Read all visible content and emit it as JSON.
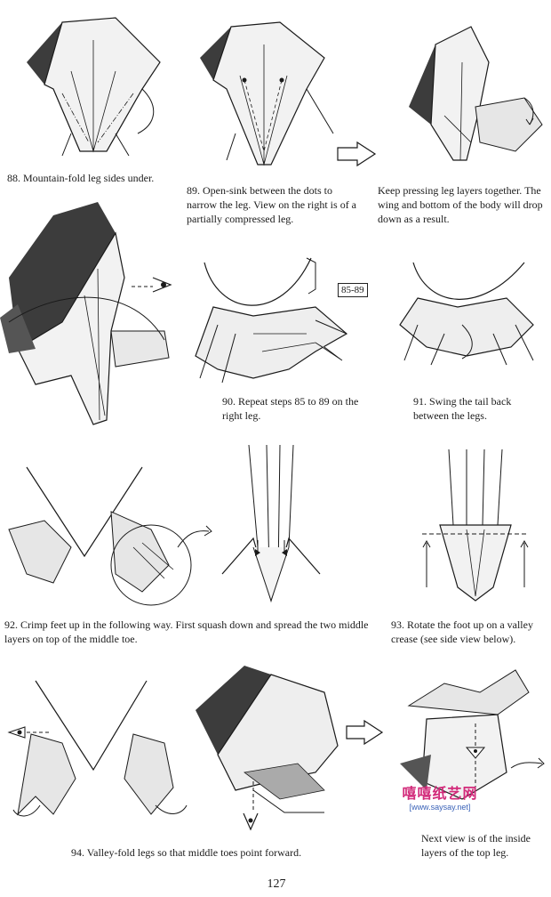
{
  "steps": [
    {
      "id": "88",
      "text": "88.  Mountain-fold leg sides under."
    },
    {
      "id": "89",
      "text": "89.  Open-sink between the dots to narrow the leg.  View on the right is of a partially compressed leg."
    },
    {
      "id": "89b",
      "text": "Keep pressing leg layers together.  The wing and bottom of the body will drop down as a result."
    },
    {
      "id": "90",
      "text": "90.  Repeat steps 85 to 89 on the right leg."
    },
    {
      "id": "91",
      "text": "91.  Swing the tail back between the legs."
    },
    {
      "id": "92",
      "text": "92.  Crimp feet up in the following way.  First squash down and spread the two middle layers on top of the middle toe."
    },
    {
      "id": "93",
      "text": "93.  Rotate the foot up on a valley crease (see side view below)."
    },
    {
      "id": "94",
      "text": "94.  Valley-fold legs so that middle toes point forward."
    },
    {
      "id": "94b",
      "text": "Next view is of the inside layers of the top leg."
    }
  ],
  "step_reference_label": "85-89",
  "page_number": "127",
  "watermark": {
    "text": "嘻嘻纸艺网",
    "url": "[www.saysay.net]"
  },
  "colors": {
    "ink": "#1a1a1a",
    "shade_dark": "#3c3c3c",
    "shade_mid": "#8a8a8a",
    "watermark_pink": "#d22a7a",
    "watermark_blue": "#3a62b8"
  },
  "icons": [
    "view-eye-icon",
    "hollow-arrow-icon",
    "fold-arrow-icon"
  ]
}
